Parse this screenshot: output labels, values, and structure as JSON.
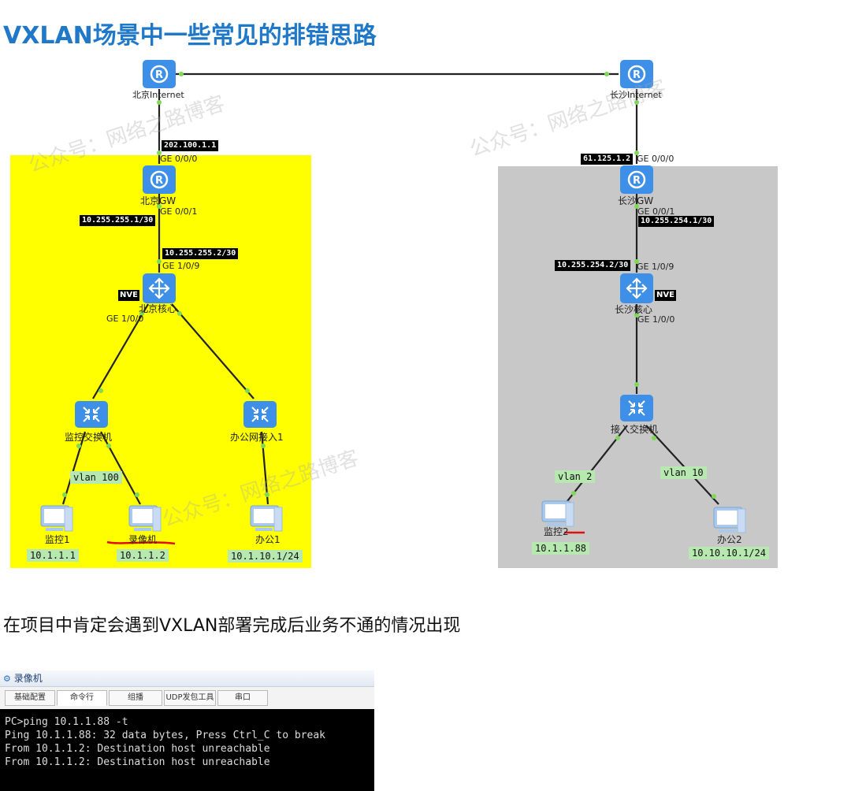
{
  "title": "VXLAN场景中一些常见的排错思路",
  "colors": {
    "title": "#1f78c8",
    "beijing_zone": "#ffff00",
    "changsha_zone": "#c8c8c8",
    "device_blue": "#3d8fe8",
    "port_dot": "#7ed957"
  },
  "diagram": {
    "beijing": {
      "internet": "北京Internet",
      "gw": "北京GW",
      "core": "北京核心",
      "sw_monitor": "监控交换机",
      "sw_office": "办公网接入1",
      "ip_internet_gw": "202.100.1.1",
      "port_gw_up": "GE 0/0/0",
      "ip_gw_down": "10.255.255.1/30",
      "port_gw_down": "GE 0/0/1",
      "ip_core_up": "10.255.255.2/30",
      "port_core_up": "GE 1/0/9",
      "nve": "NVE",
      "port_core_down": "GE 1/0/0",
      "vlan": "vlan 100",
      "pc1": "监控1",
      "pc2": "录像机",
      "pc3": "办公1",
      "ip_pc1": "10.1.1.1",
      "ip_pc2": "10.1.1.2",
      "ip_pc3": "10.1.10.1/24"
    },
    "changsha": {
      "internet": "长沙Internet",
      "gw": "长沙GW",
      "core": "长沙核心",
      "sw_access": "接入交换机",
      "ip_internet_gw": "61.125.1.2",
      "port_gw_up": "GE 0/0/0",
      "port_gw_down": "GE 0/0/1",
      "ip_gw_down": "10.255.254.1/30",
      "ip_core_up": "10.255.254.2/30",
      "port_core_up": "GE 1/0/9",
      "nve": "NVE",
      "port_core_down": "GE 1/0/0",
      "vlan_left": "vlan 2",
      "vlan_right": "vlan 10",
      "pc1": "监控2",
      "pc2": "办公2",
      "ip_pc1": "10.1.1.88",
      "ip_pc2": "10.10.10.1/24"
    },
    "watermark": "公众号：网络之路博客"
  },
  "paragraph": "在项目中肯定会遇到VXLAN部署完成后业务不通的情况出现",
  "terminal": {
    "window_title": "录像机",
    "tabs": [
      "基础配置",
      "命令行",
      "组播",
      "UDP发包工具",
      "串口"
    ],
    "lines": [
      "PC>ping 10.1.1.88 -t",
      "",
      "Ping 10.1.1.88: 32 data bytes, Press Ctrl_C to break",
      "From 10.1.1.2: Destination host unreachable",
      "From 10.1.1.2: Destination host unreachable"
    ]
  }
}
